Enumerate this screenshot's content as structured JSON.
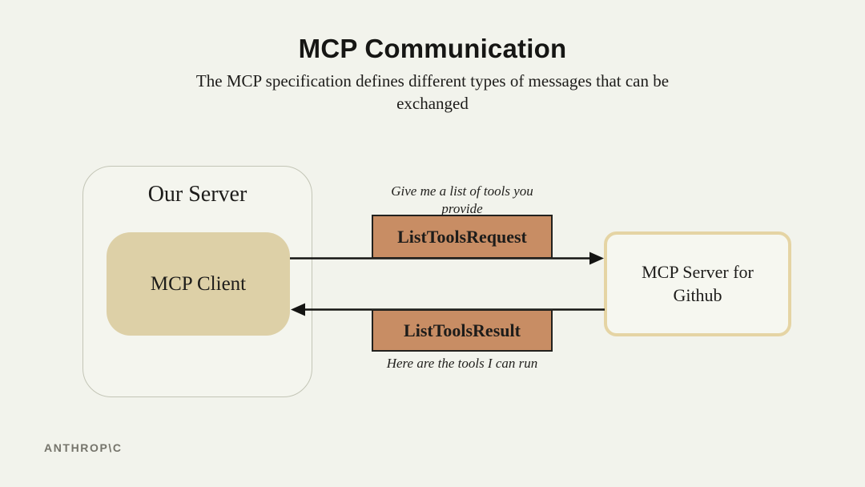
{
  "header": {
    "title": "MCP Communication",
    "subtitle": "The MCP specification defines different types of messages that can be exchanged"
  },
  "diagram": {
    "server_group": {
      "label": "Our Server"
    },
    "client_box": {
      "label": "MCP Client"
    },
    "github_box": {
      "label": "MCP Server for Github"
    },
    "request": {
      "label": "ListToolsRequest",
      "annotation": "Give me a list of tools you provide",
      "direction": "client-to-server"
    },
    "response": {
      "label": "ListToolsResult",
      "annotation": "Here are the tools I can run",
      "direction": "server-to-client"
    }
  },
  "footer": {
    "logo": "ANTHROP\\C"
  },
  "colors": {
    "background": "#f2f3ec",
    "client_box_fill": "#ddd0a7",
    "message_box_fill": "#c88d64",
    "message_box_border": "#22211e",
    "github_box_border": "#e5d4a4",
    "github_box_fill": "#f6f7f0",
    "server_group_border": "#c3c5b6",
    "text": "#1d1c1a",
    "logo_text": "#75746b"
  }
}
